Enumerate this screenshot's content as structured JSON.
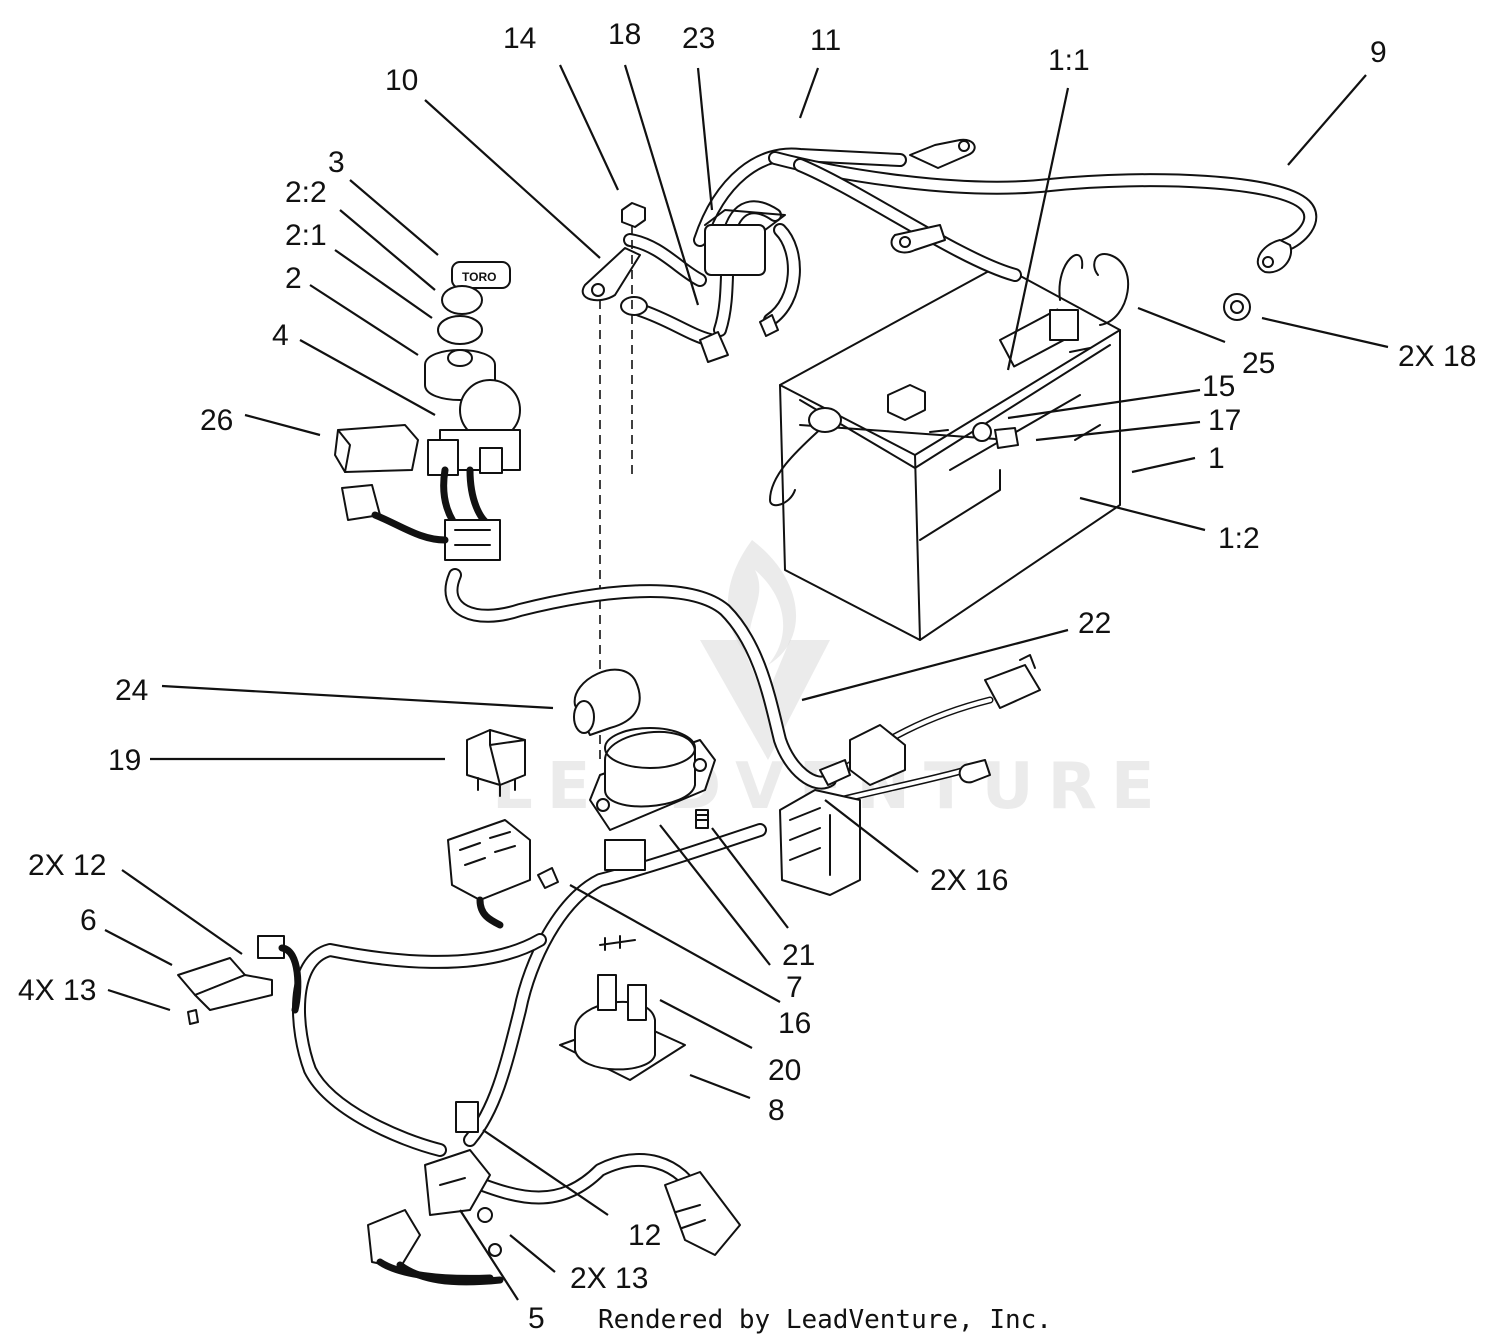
{
  "callouts": [
    {
      "id": "c-14",
      "text": "14"
    },
    {
      "id": "c-18-top",
      "text": "18"
    },
    {
      "id": "c-23",
      "text": "23"
    },
    {
      "id": "c-11",
      "text": "11"
    },
    {
      "id": "c-1-1",
      "text": "1:1"
    },
    {
      "id": "c-9",
      "text": "9"
    },
    {
      "id": "c-10",
      "text": "10"
    },
    {
      "id": "c-3",
      "text": "3"
    },
    {
      "id": "c-2-2",
      "text": "2:2"
    },
    {
      "id": "c-2-1",
      "text": "2:1"
    },
    {
      "id": "c-2",
      "text": "2"
    },
    {
      "id": "c-4",
      "text": "4"
    },
    {
      "id": "c-26",
      "text": "26"
    },
    {
      "id": "c-25",
      "text": "25"
    },
    {
      "id": "c-2x18",
      "text": "2X 18"
    },
    {
      "id": "c-15",
      "text": "15"
    },
    {
      "id": "c-17",
      "text": "17"
    },
    {
      "id": "c-1",
      "text": "1"
    },
    {
      "id": "c-1-2",
      "text": "1:2"
    },
    {
      "id": "c-22",
      "text": "22"
    },
    {
      "id": "c-24",
      "text": "24"
    },
    {
      "id": "c-19",
      "text": "19"
    },
    {
      "id": "c-2x16",
      "text": "2X 16"
    },
    {
      "id": "c-2x12",
      "text": "2X 12"
    },
    {
      "id": "c-6",
      "text": "6"
    },
    {
      "id": "c-4x13",
      "text": "4X 13"
    },
    {
      "id": "c-21",
      "text": "21"
    },
    {
      "id": "c-7",
      "text": "7"
    },
    {
      "id": "c-16",
      "text": "16"
    },
    {
      "id": "c-20",
      "text": "20"
    },
    {
      "id": "c-8",
      "text": "8"
    },
    {
      "id": "c-12",
      "text": "12"
    },
    {
      "id": "c-2x13",
      "text": "2X 13"
    },
    {
      "id": "c-5",
      "text": "5"
    }
  ],
  "parts": {
    "ignition_key_label": "TORO"
  },
  "watermark": "LEADVENTURE",
  "footer": "Rendered by LeadVenture, Inc."
}
